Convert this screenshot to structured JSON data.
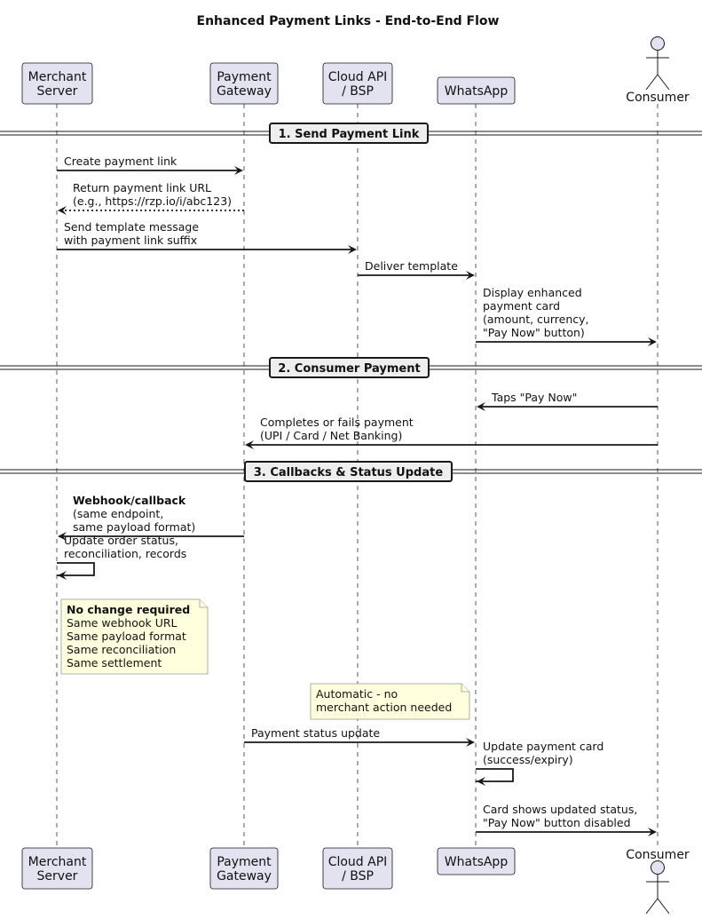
{
  "title": "Enhanced Payment Links - End-to-End Flow",
  "participants": [
    {
      "id": "merchant",
      "lines": [
        "Merchant",
        "Server"
      ]
    },
    {
      "id": "gateway",
      "lines": [
        "Payment",
        "Gateway"
      ]
    },
    {
      "id": "cloud",
      "lines": [
        "Cloud API",
        "/ BSP"
      ]
    },
    {
      "id": "whatsapp",
      "lines": [
        "WhatsApp"
      ]
    },
    {
      "id": "consumer",
      "lines": [
        "Consumer"
      ],
      "actor": true
    }
  ],
  "groups": [
    "1. Send Payment Link",
    "2. Consumer Payment",
    "3. Callbacks & Status Update"
  ],
  "messages": [
    {
      "from": "merchant",
      "to": "gateway",
      "lines": [
        "Create payment link"
      ]
    },
    {
      "from": "gateway",
      "to": "merchant",
      "lines": [
        "Return payment link URL",
        "(e.g., https://rzp.io/i/abc123)"
      ],
      "dotted": true
    },
    {
      "from": "merchant",
      "to": "cloud",
      "lines": [
        "Send template message",
        "with payment link suffix"
      ]
    },
    {
      "from": "cloud",
      "to": "whatsapp",
      "lines": [
        "Deliver template"
      ]
    },
    {
      "from": "whatsapp",
      "to": "consumer",
      "lines": [
        "Display enhanced",
        "payment card",
        "(amount, currency,",
        "\"Pay Now\" button)"
      ]
    },
    {
      "from": "consumer",
      "to": "whatsapp",
      "lines": [
        "Taps \"Pay Now\""
      ]
    },
    {
      "from": "consumer",
      "to": "gateway",
      "lines": [
        "Completes or fails payment",
        "(UPI / Card / Net Banking)"
      ]
    },
    {
      "from": "gateway",
      "to": "merchant",
      "lines": [
        "Webhook/callback",
        "(same endpoint,",
        "same payload format)"
      ],
      "bold_first": true
    },
    {
      "from": "merchant",
      "to": "merchant",
      "lines": [
        "Update order status,",
        "reconciliation, records"
      ],
      "self": true
    },
    {
      "from": "gateway",
      "to": "whatsapp",
      "lines": [
        "Payment status update"
      ]
    },
    {
      "from": "whatsapp",
      "to": "whatsapp",
      "lines": [
        "Update payment card",
        "(success/expiry)"
      ],
      "self": true
    },
    {
      "from": "whatsapp",
      "to": "consumer",
      "lines": [
        "Card shows updated status,",
        "\"Pay Now\" button disabled"
      ]
    }
  ],
  "notes": [
    {
      "lines": [
        "No change required",
        "Same webhook URL",
        "Same payload format",
        "Same reconciliation",
        "Same settlement"
      ],
      "bold_first": true
    },
    {
      "lines": [
        "Automatic - no",
        "merchant action needed"
      ]
    }
  ],
  "colors": {
    "participant_fill": "#E2E2F0",
    "note_fill": "#FEFFDD",
    "group_fill": "#EEEEEE",
    "line": "#181818"
  }
}
